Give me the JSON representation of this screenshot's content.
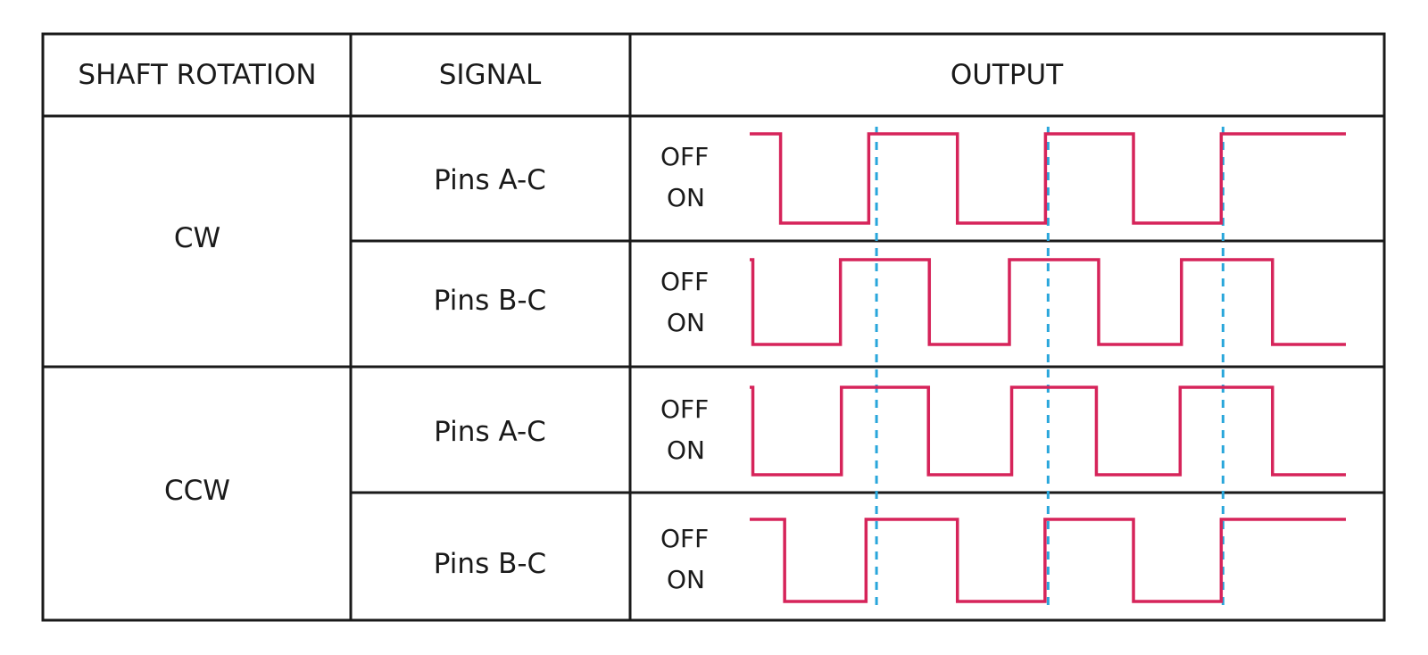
{
  "headers": {
    "shaft_rotation": "SHAFT ROTATION",
    "signal": "SIGNAL",
    "output": "OUTPUT"
  },
  "groups": [
    {
      "rotation": "CW",
      "rows": [
        {
          "signal": "Pins A-C",
          "level_off": "OFF",
          "level_on": "ON",
          "start_level": "OFF",
          "edges": [
            0.0518,
            0.1997,
            0.3484,
            0.4961,
            0.6437,
            0.7909
          ]
        },
        {
          "signal": "Pins B-C",
          "level_off": "OFF",
          "level_on": "ON",
          "start_level": "OFF",
          "edges": [
            0.0053,
            0.1522,
            0.3013,
            0.4356,
            0.5853,
            0.7242,
            0.8769
          ]
        }
      ]
    },
    {
      "rotation": "CCW",
      "rows": [
        {
          "signal": "Pins A-C",
          "level_off": "OFF",
          "level_on": "ON",
          "start_level": "OFF",
          "edges": [
            0.0053,
            0.1538,
            0.2998,
            0.4394,
            0.5815,
            0.722,
            0.8769
          ]
        },
        {
          "signal": "Pins B-C",
          "level_off": "OFF",
          "level_on": "ON",
          "start_level": "OFF",
          "edges": [
            0.0586,
            0.1951,
            0.3484,
            0.4953,
            0.6437,
            0.7909
          ]
        }
      ]
    }
  ],
  "reference_marks": [
    0.2127,
    0.5005,
    0.7939
  ],
  "colors": {
    "waveform": "#d6245a",
    "reference_line": "#29a6db",
    "grid": "#1a1a1a",
    "text": "#1a1a1a"
  }
}
